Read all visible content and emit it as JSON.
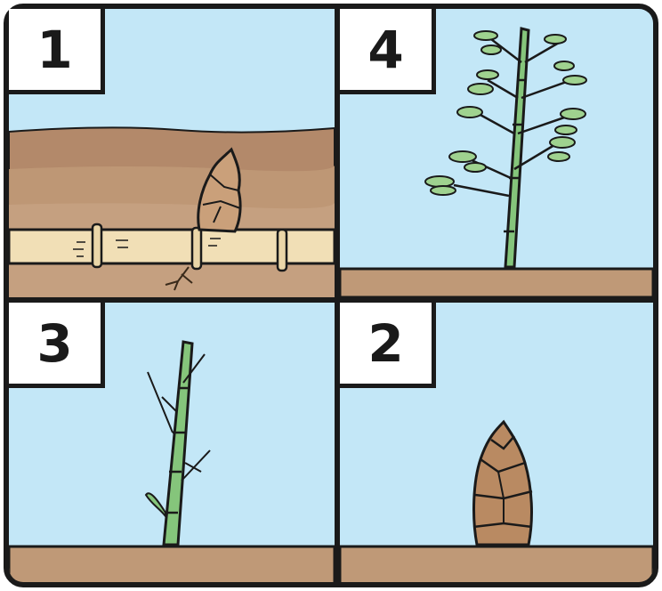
{
  "panels": [
    {
      "id": "p1",
      "number": "1",
      "stage": "rhizome-bud"
    },
    {
      "id": "p4",
      "number": "4",
      "stage": "mature-bamboo"
    },
    {
      "id": "p3",
      "number": "3",
      "stage": "young-culm"
    },
    {
      "id": "p2",
      "number": "2",
      "stage": "bamboo-shoot"
    }
  ],
  "colors": {
    "sky": "#c3e7f7",
    "soil": "#bf9977",
    "soil_dark": "#a9805f",
    "rhizome": "#f1dfb6",
    "stem": "#85c57b",
    "leaf": "#9fd28f",
    "shoot": "#b98a62",
    "outline": "#1a1a1a"
  }
}
